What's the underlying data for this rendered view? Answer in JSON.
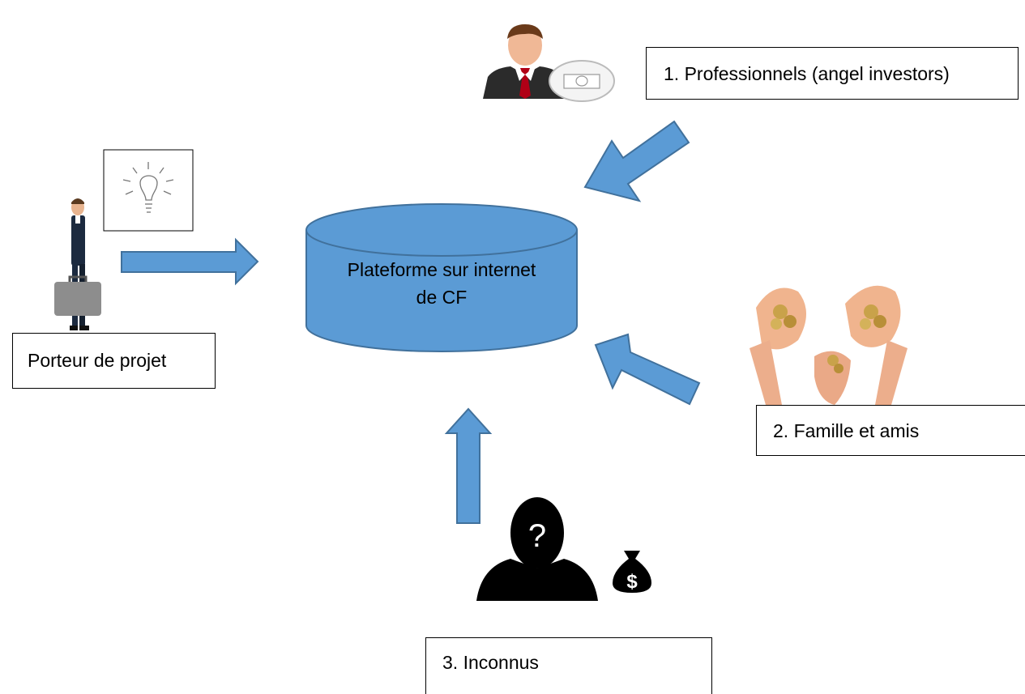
{
  "platform": {
    "line1": "Plateforme sur internet",
    "line2": "de CF"
  },
  "actors": {
    "porteur": "Porteur de projet",
    "professionnels": "1. Professionnels (angel investors)",
    "famille": "2. Famille  et amis",
    "inconnus": "3. Inconnus"
  },
  "icons": [
    "lightbulb-icon",
    "businessman-icon",
    "investor-icon",
    "coins-in-hands-icon",
    "unknown-person-icon",
    "money-bag-icon"
  ],
  "colors": {
    "shape_fill": "#5b9bd5",
    "shape_stroke": "#41719c",
    "text": "#000000"
  }
}
